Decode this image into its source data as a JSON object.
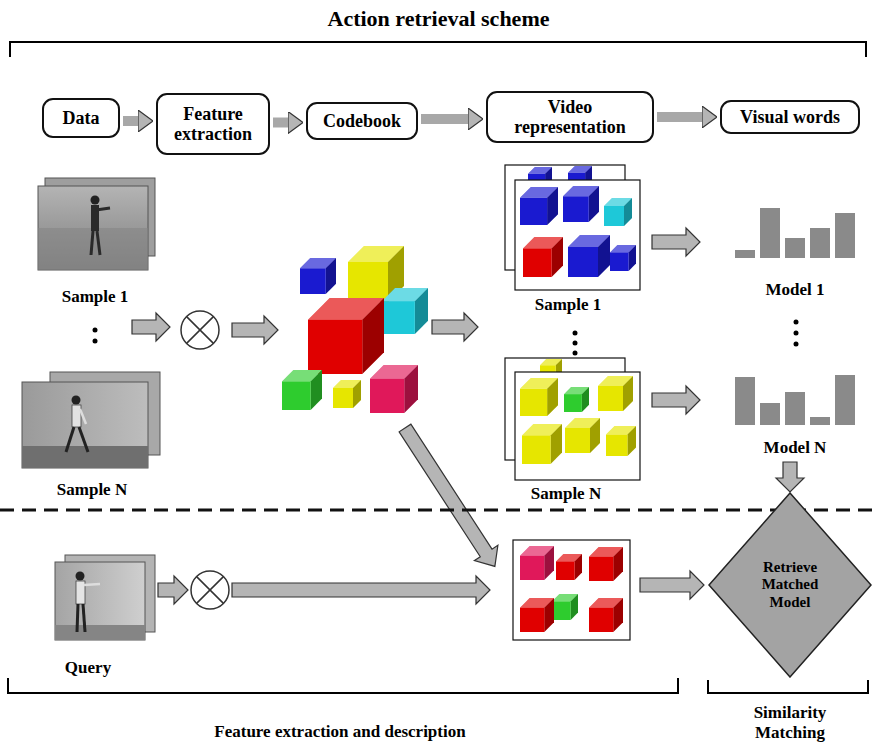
{
  "diagram": {
    "title": "Action retrieval scheme",
    "nodes": [
      {
        "text": [
          "Data"
        ]
      },
      {
        "text": [
          "Feature extraction"
        ]
      },
      {
        "text": [
          "Codebook"
        ]
      },
      {
        "text": [
          "Video representation"
        ]
      },
      {
        "text": [
          "Visual words"
        ]
      },
      {
        "text": [
          "Retrieve Matched Model"
        ]
      }
    ],
    "edges": [
      {
        "from": 0,
        "to": 1,
        "arrow": "to"
      },
      {
        "from": 1,
        "to": 2,
        "arrow": "to"
      },
      {
        "from": 2,
        "to": 3,
        "arrow": "to"
      },
      {
        "from": 3,
        "to": 4,
        "arrow": "to"
      }
    ],
    "labels": [
      "Sample 1",
      "Sample N",
      "Sample 1",
      "Sample N",
      "Model 1",
      "Model N",
      "Query",
      "Feature extraction and description",
      "Similarity Matching"
    ]
  }
}
